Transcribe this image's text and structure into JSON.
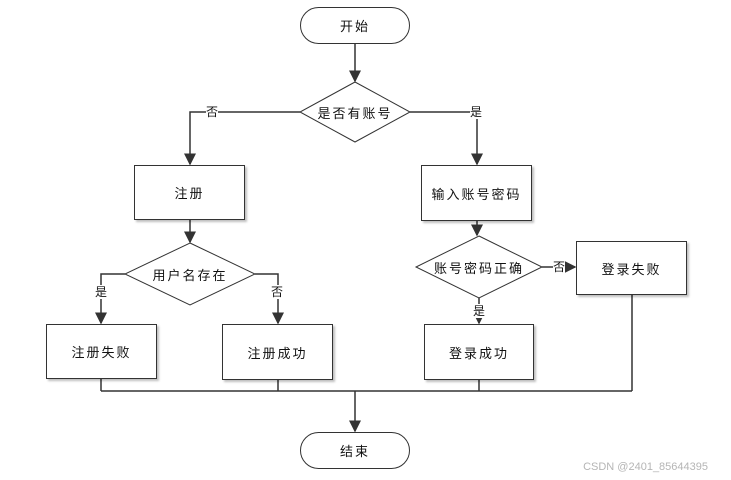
{
  "flowchart": {
    "start": "开始",
    "decision_has_account": "是否有账号",
    "register": "注册",
    "enter_credentials": "输入账号密码",
    "decision_user_exists": "用户名存在",
    "decision_credentials_correct": "账号密码正确",
    "login_failed": "登录失败",
    "register_failed": "注册失败",
    "register_success": "注册成功",
    "login_success": "登录成功",
    "end": "结束"
  },
  "edge_labels": {
    "no_left": "否",
    "yes_right": "是",
    "yes_user_exists": "是",
    "no_user_exists": "否",
    "no_credentials": "否",
    "yes_credentials": "是"
  },
  "watermark": "CSDN @2401_85644395"
}
